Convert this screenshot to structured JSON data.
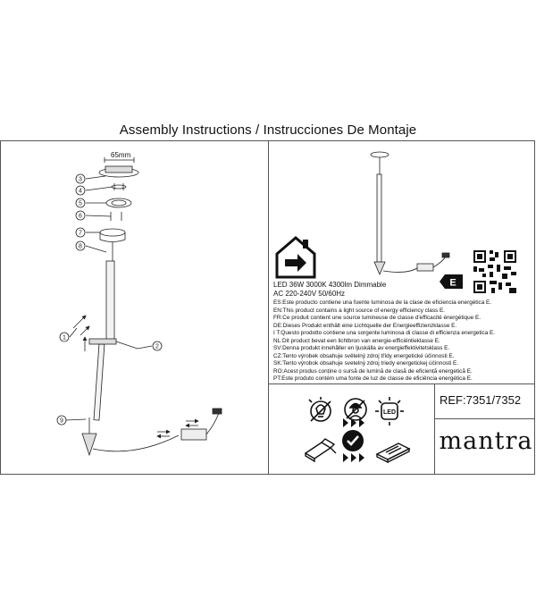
{
  "title": "Assembly Instructions / Instrucciones De Montaje",
  "dimension": "65mm",
  "callouts": [
    "1",
    "2",
    "3",
    "4",
    "5",
    "6",
    "7",
    "8",
    "9"
  ],
  "spec": {
    "line1": "LED 36W 3000K 4300lm  Dimmable",
    "line2": "AC 220-240V  50/60Hz"
  },
  "energy_class": "E",
  "energy_statements": [
    "ES:Este producto contiene una fuente luminosa de la clase de eficiencia energética E.",
    "EN:This product contains a light source of energy efficiency class E.",
    "FR:Ce produit contient une source lumineuse de classe d'efficacité énergétique E.",
    "DE:Dieses Produkt enthält eine Lichtquelle der Energieeffizienzklasse E.",
    "I T:Questo prodotto contiene una sorgente luminosa di classe di efficienza energetica E.",
    "NL:Dit product bevat een lichtbron van energie-efficiëntieklasse E.",
    "SV:Denna produkt innehåller en ljuskälla av energieffektivitetsklass E.",
    "CZ:Tento výrobek obsahuje světelný zdroj třídy energetické účinnosti E.",
    "SK:Tento výrobok obsahuje svetelný zdroj triedy energetickej účinnosti E.",
    "RO:Acest produs conține o sursă de lumină de clasă de eficiență energetică E.",
    "PT:Este produto contém uma fonte de luz de classe de eficiência energética E."
  ],
  "led_badge": "LED",
  "ref": "REF:7351/7352",
  "brand": "mantra",
  "icons": [
    "house-outline-icon",
    "energy-arrow-icon",
    "qr-code-icon",
    "no-replace-bulb-icon",
    "worker-icon",
    "led-integrated-icon",
    "plug-driver-icon",
    "checkmark-icon",
    "driver-box-icon",
    "play-arrows-icon"
  ]
}
